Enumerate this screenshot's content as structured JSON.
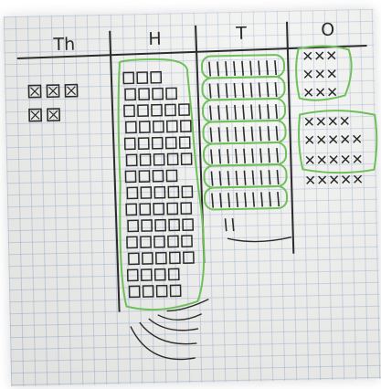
{
  "worksheet": {
    "headers": {
      "thousands": "Th",
      "hundreds": "H",
      "tens": "T",
      "ones": "O"
    },
    "ink_color": "#2b2b2b",
    "highlight_color": "#6fbf5a"
  }
}
